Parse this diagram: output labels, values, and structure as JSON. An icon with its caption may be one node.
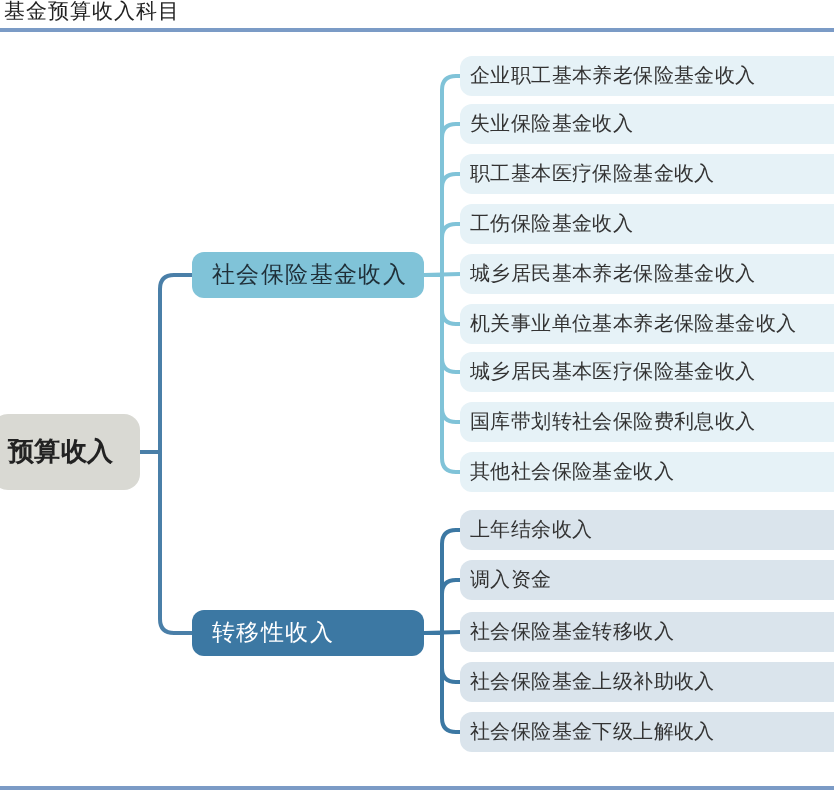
{
  "diagram": {
    "title": "基金预算收入科目",
    "nodes": [
      {
        "text": [
          "预算收入"
        ]
      },
      {
        "text": [
          "社会保险基金收入"
        ]
      },
      {
        "text": [
          "企业职工基本养老保险基金收入"
        ]
      },
      {
        "text": [
          "失业保险基金收入"
        ]
      },
      {
        "text": [
          "职工基本医疗保险基金收入"
        ]
      },
      {
        "text": [
          "工伤保险基金收入"
        ]
      },
      {
        "text": [
          "城乡居民基本养老保险基金收入"
        ]
      },
      {
        "text": [
          "机关事业单位基本养老保险基金收入"
        ]
      },
      {
        "text": [
          "城乡居民基本医疗保险基金收入"
        ]
      },
      {
        "text": [
          "国库带划转社会保险费利息收入"
        ]
      },
      {
        "text": [
          "其他社会保险基金收入"
        ]
      },
      {
        "text": [
          "转移性收入"
        ]
      },
      {
        "text": [
          "上年结余收入"
        ]
      },
      {
        "text": [
          "调入资金"
        ]
      },
      {
        "text": [
          "社会保险基金转移收入"
        ]
      },
      {
        "text": [
          "社会保险基金上级补助收入"
        ]
      },
      {
        "text": [
          "社会保险基金下级上解收入"
        ]
      }
    ],
    "edges": [
      {
        "from": 0,
        "to": 1,
        "arrow": "none",
        "color": "#4a7fa8"
      },
      {
        "from": 1,
        "to": 2,
        "arrow": "none"
      },
      {
        "from": 1,
        "to": 3,
        "arrow": "none"
      },
      {
        "from": 1,
        "to": 4,
        "arrow": "none"
      },
      {
        "from": 1,
        "to": 5,
        "arrow": "none"
      },
      {
        "from": 1,
        "to": 6,
        "arrow": "none"
      },
      {
        "from": 1,
        "to": 7,
        "arrow": "none"
      },
      {
        "from": 1,
        "to": 8,
        "arrow": "none"
      },
      {
        "from": 1,
        "to": 9,
        "arrow": "none"
      },
      {
        "from": 1,
        "to": 10,
        "arrow": "none"
      },
      {
        "from": 0,
        "to": 11,
        "arrow": "none",
        "color": "#4a7fa8"
      },
      {
        "from": 11,
        "to": 12,
        "arrow": "none",
        "color": "#3c78a3"
      },
      {
        "from": 11,
        "to": 13,
        "arrow": "none",
        "color": "#3c78a3"
      },
      {
        "from": 11,
        "to": 14,
        "arrow": "none",
        "color": "#3c78a3"
      },
      {
        "from": 11,
        "to": 15,
        "arrow": "none",
        "color": "#3c78a3"
      },
      {
        "from": 11,
        "to": 16,
        "arrow": "none",
        "color": "#3c78a3"
      }
    ]
  }
}
